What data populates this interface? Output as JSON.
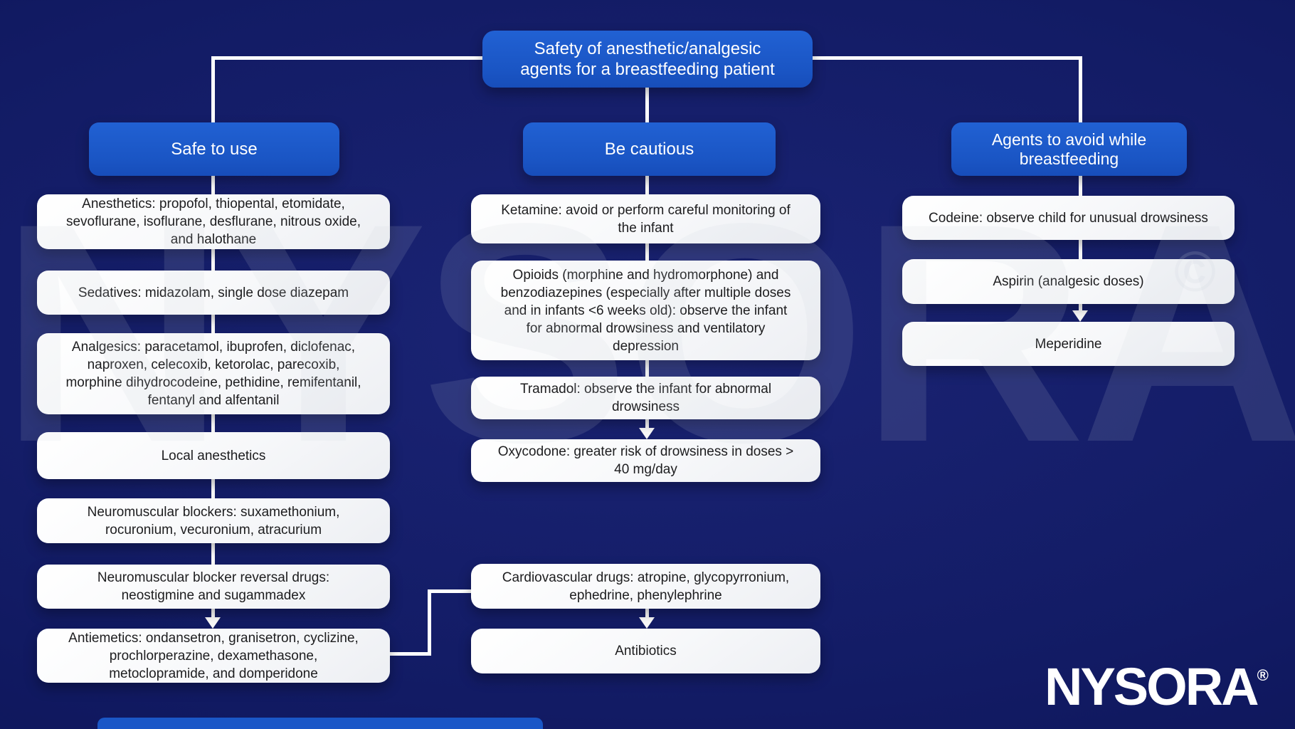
{
  "title": "Safety of anesthetic/analgesic\nagents for a breastfeeding patient",
  "watermark": {
    "text": "NYSORA",
    "copyright": "©"
  },
  "logo": {
    "text": "NYSORA",
    "registered": "®"
  },
  "colors": {
    "background": "#121b64",
    "box_blue": "#1a55c4",
    "box_white": "#ffffff",
    "connector": "#ffffff",
    "text_on_blue": "#ffffff",
    "text_on_white": "#1d1d1f"
  },
  "columns": [
    {
      "header": "Safe to use",
      "boxes": [
        "Anesthetics: propofol, thiopental, etomidate,\nsevoflurane, isoflurane, desflurane, nitrous oxide,\nand halothane",
        "Sedatives: midazolam, single dose diazepam",
        "Analgesics: paracetamol, ibuprofen, diclofenac,\nnaproxen, celecoxib, ketorolac, parecoxib,\nmorphine dihydrocodeine, pethidine, remifentanil,\nfentanyl and alfentanil",
        "Local anesthetics",
        "Neuromuscular blockers: suxamethonium,\nrocuronium, vecuronium, atracurium",
        "Neuromuscular blocker reversal drugs:\nneostigmine and sugammadex",
        "Antiemetics: ondansetron, granisetron, cyclizine,\nprochlorperazine, dexamethasone,\nmetoclopramide, and domperidone"
      ]
    },
    {
      "header": "Be cautious",
      "boxes": [
        "Ketamine: avoid or perform careful monitoring of\nthe infant",
        "Opioids (morphine and hydromorphone) and\nbenzodiazepines (especially after multiple doses\nand in infants <6 weeks old): observe the infant\nfor abnormal drowsiness and ventilatory\ndepression",
        "Tramadol: observe the infant for abnormal\ndrowsiness",
        "Oxycodone: greater risk of drowsiness in doses >\n40 mg/day"
      ],
      "secondary_boxes": [
        "Cardiovascular drugs: atropine, glycopyrronium,\nephedrine, phenylephrine",
        "Antibiotics"
      ]
    },
    {
      "header": "Agents to avoid while\nbreastfeeding",
      "boxes": [
        "Codeine: observe child for unusual drowsiness",
        "Aspirin (analgesic doses)",
        "Meperidine"
      ]
    }
  ]
}
